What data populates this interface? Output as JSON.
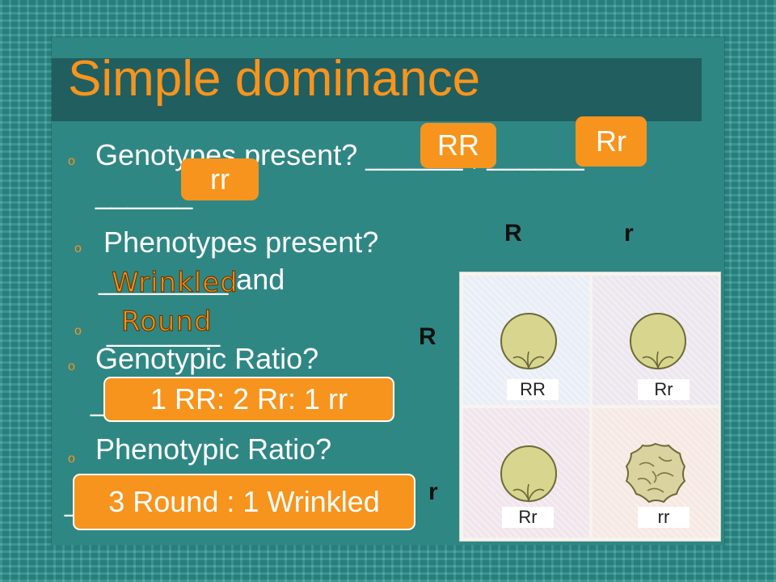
{
  "title": "Simple dominance",
  "questions": {
    "genotypes_line1": "Genotypes present? ______ , ______ and",
    "genotypes_line2": "______",
    "phenotypes_line1": "Phenotypes present?",
    "phenotypes_line2": "________ and",
    "phenotypes_line3": "_______",
    "genotypic_ratio": "Genotypic Ratio?",
    "phenotypic_ratio": "Phenotypic Ratio?"
  },
  "answers": {
    "genotype_1": "RR",
    "genotype_2": "Rr",
    "genotype_3": "rr",
    "phenotype_1": "Wrinkled",
    "phenotype_2": "Round",
    "genotypic_ratio": "1 RR: 2 Rr: 1 rr",
    "phenotypic_ratio": "3 Round : 1 Wrinkled"
  },
  "punnett": {
    "col_headers": [
      "R",
      "r"
    ],
    "row_headers": [
      "R",
      "r"
    ],
    "cells": [
      "RR",
      "Rr",
      "Rr",
      "rr"
    ]
  },
  "colors": {
    "background": "#2b8f8c",
    "title_bar": "#215e60",
    "accent": "#f7941d",
    "text": "#ffffff"
  }
}
